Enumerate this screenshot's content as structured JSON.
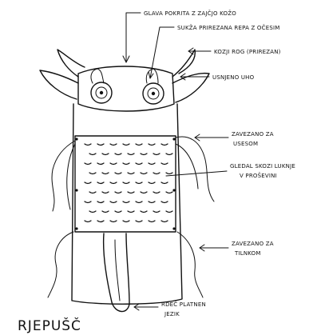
{
  "title": "RJEPUŠČ",
  "labels": {
    "head": "GLAVA POKRITA Z ZAJČJO KOŽO",
    "eyes": "SUKŽA PRIREZANA REPA Z OČESIM",
    "horns": "KOZJI ROG (PRIREZAN)",
    "ears": "USNJENO UHO",
    "tied_neck": [
      "ZAVEZANO ZA",
      "USESOM"
    ],
    "gaze": [
      "GLEDAL SKOZI LUKNJE",
      "V PROŠEVINI"
    ],
    "tied_waist": [
      "ZAVEZANO ZA",
      "TILNKOM"
    ],
    "tongue": [
      "RDEČ PLATNEN",
      "JEZIK"
    ]
  },
  "colors": {
    "ink": "#111111",
    "paper": "#ffffff"
  }
}
